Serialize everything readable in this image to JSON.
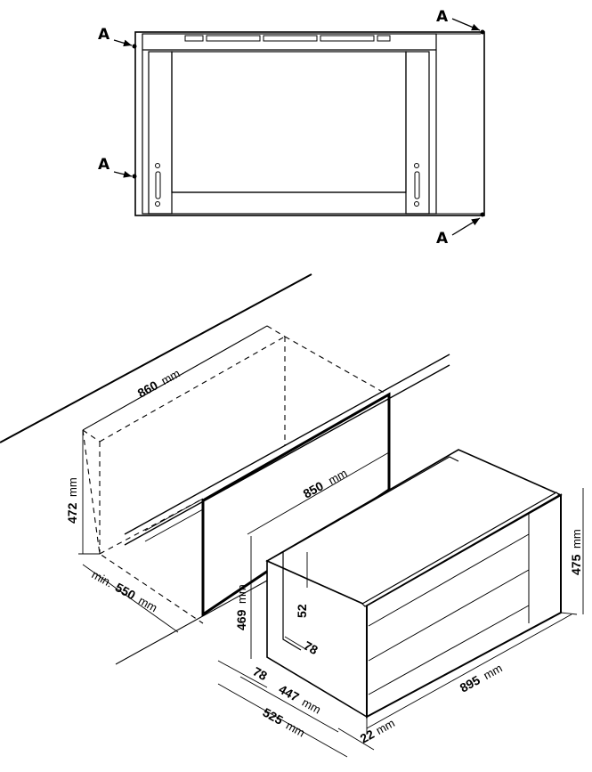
{
  "top_view": {
    "markers": [
      "A",
      "A",
      "A",
      "A"
    ]
  },
  "dimensions": {
    "d860": {
      "value": "860",
      "unit": "mm"
    },
    "d850": {
      "value": "850",
      "unit": "mm"
    },
    "d472": {
      "value": "472",
      "unit": "mm"
    },
    "d550": {
      "prefix": "min.",
      "value": "550",
      "unit": "mm"
    },
    "d469": {
      "value": "469",
      "unit": "mm"
    },
    "d52": {
      "value": "52"
    },
    "d78a": {
      "value": "78"
    },
    "d78b": {
      "value": "78"
    },
    "d447": {
      "value": "447",
      "unit": "mm"
    },
    "d525": {
      "value": "525",
      "unit": "mm"
    },
    "d475": {
      "value": "475",
      "unit": "mm"
    },
    "d895": {
      "value": "895",
      "unit": "mm"
    },
    "d22": {
      "value": "22",
      "unit": "mm"
    }
  }
}
